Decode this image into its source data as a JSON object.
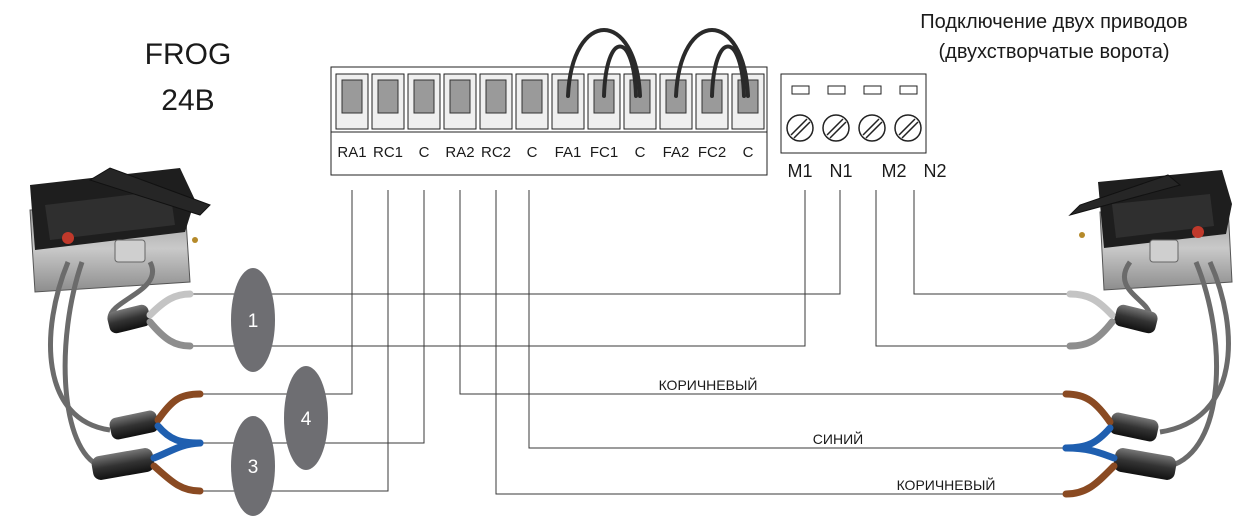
{
  "model": {
    "line1": "FROG",
    "line2": "24В"
  },
  "header": {
    "line1": "Подключение двух приводов",
    "line2": "(двухстворчатые ворота)"
  },
  "terminal_block": {
    "labels": [
      "RA1",
      "RC1",
      "C",
      "RA2",
      "RC2",
      "C",
      "FA1",
      "FC1",
      "C",
      "FA2",
      "FC2",
      "C"
    ]
  },
  "motor_block": {
    "labels": [
      "M1",
      "N1",
      "M2",
      "N2"
    ]
  },
  "cable_tags": [
    "1",
    "4",
    "3"
  ],
  "wire_labels": {
    "brown_top": "КОРИЧНЕВЫЙ",
    "blue": "СИНИЙ",
    "brown_bottom": "КОРИЧНЕВЫЙ"
  },
  "colors": {
    "wire": "#3a3a3a",
    "brown": "#8a4a22",
    "blue": "#1f5fb0",
    "tag": "#6e6e72",
    "cable": "#555555"
  }
}
